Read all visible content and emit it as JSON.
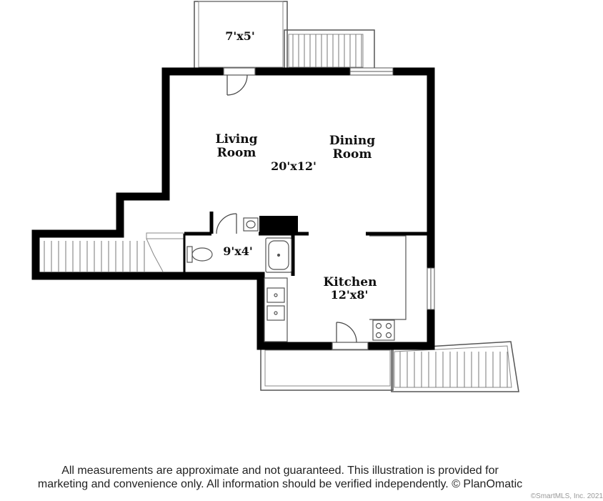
{
  "rooms": {
    "balcony": {
      "dimensions": "7'x5'"
    },
    "living_room": {
      "name_line1": "Living",
      "name_line2": "Room"
    },
    "dining_room": {
      "name_line1": "Dining",
      "name_line2": "Room"
    },
    "living_dining": {
      "dimensions": "20'x12'"
    },
    "bathroom": {
      "dimensions": "9'x4'"
    },
    "kitchen": {
      "name": "Kitchen",
      "dimensions": "12'x8'"
    }
  },
  "footer": {
    "disclaimer_line1": "All measurements are approximate and not guaranteed. This illustration is provided for",
    "disclaimer_line2": "marketing and convenience only. All information should be verified independently. © PlanOmatic",
    "copyright": "©SmartMLS, Inc. 2021"
  }
}
